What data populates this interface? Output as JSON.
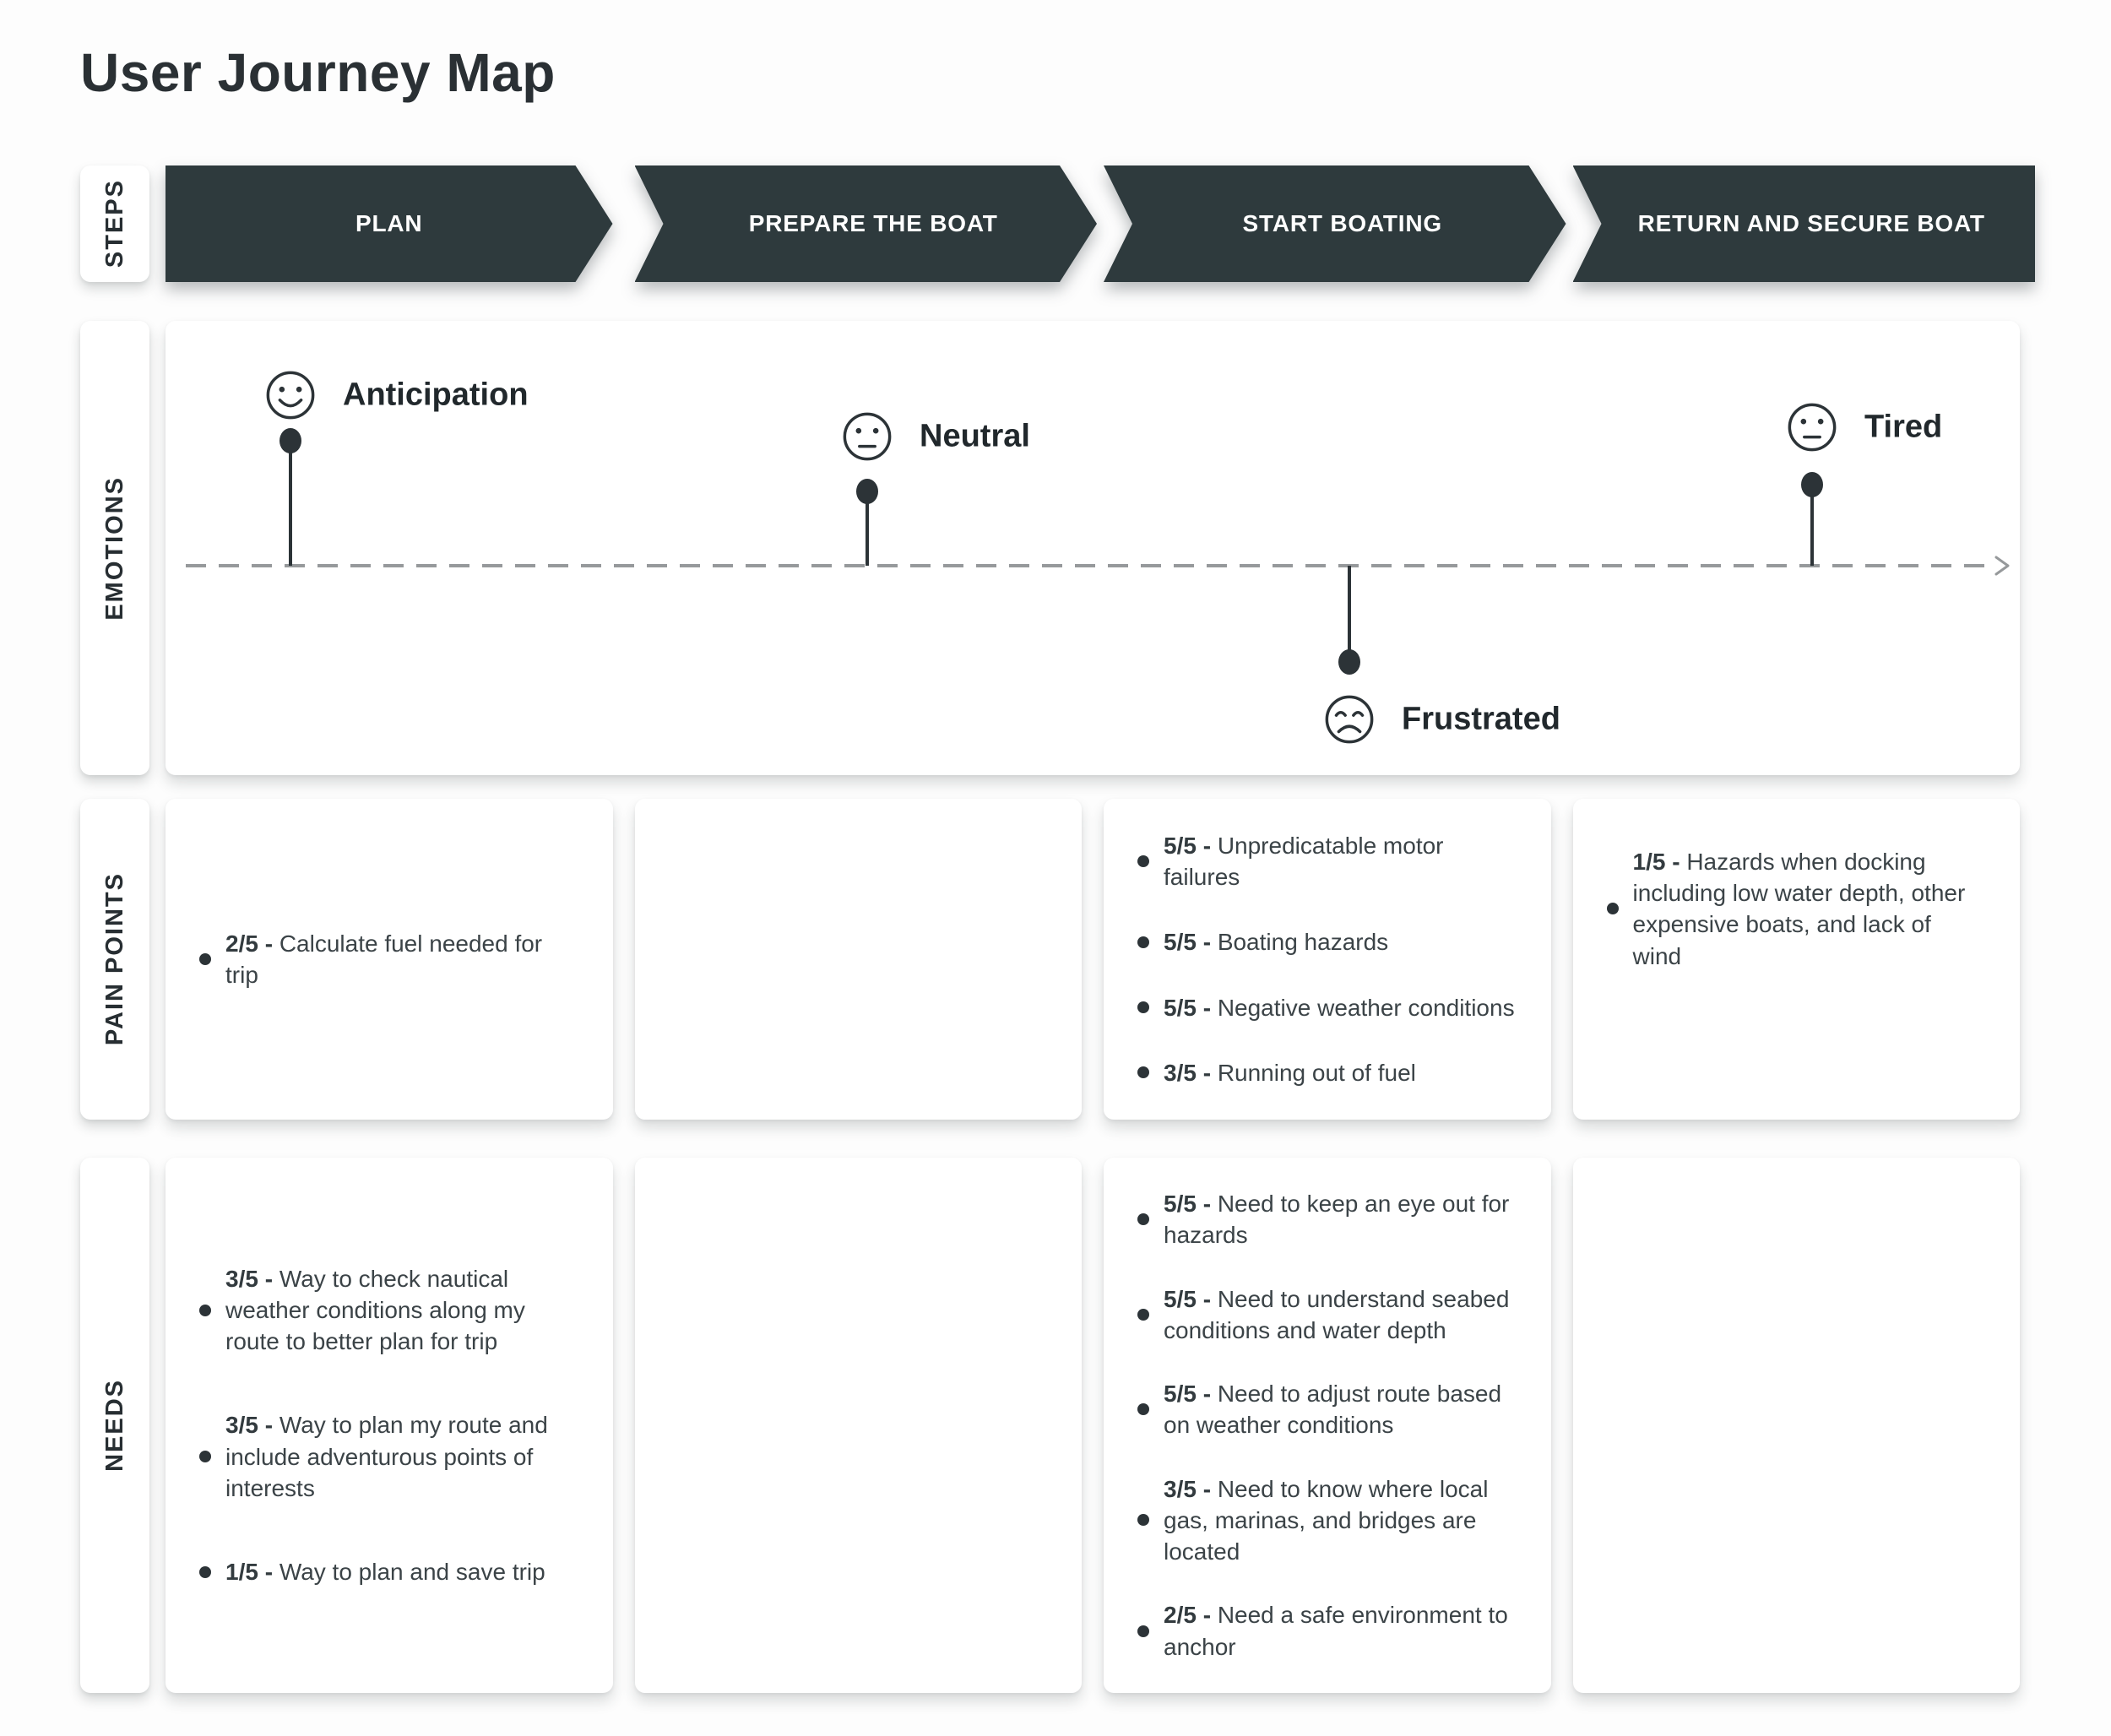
{
  "title": "User Journey Map",
  "row_labels": {
    "steps": "STEPS",
    "emotions": "EMOTIONS",
    "pain_points": "PAIN POINTS",
    "needs": "NEEDS"
  },
  "steps": [
    "PLAN",
    "PREPARE THE BOAT",
    "START BOATING",
    "RETURN AND SECURE BOAT"
  ],
  "emotions": [
    {
      "label": "Anticipation",
      "face": "happy-face-icon",
      "position": "above-line"
    },
    {
      "label": "Neutral",
      "face": "neutral-face-icon",
      "position": "above-line"
    },
    {
      "label": "Frustrated",
      "face": "sad-face-icon",
      "position": "below-line"
    },
    {
      "label": "Tired",
      "face": "neutral-face-icon",
      "position": "above-line"
    }
  ],
  "pain_points": {
    "plan": [
      {
        "score": "2/5 -",
        "text": "Calculate fuel needed for trip"
      }
    ],
    "prepare_the_boat": [],
    "start_boating": [
      {
        "score": "5/5 -",
        "text": "Unpredicatable motor failures"
      },
      {
        "score": "5/5 -",
        "text": "Boating hazards"
      },
      {
        "score": "5/5 -",
        "text": "Negative weather conditions"
      },
      {
        "score": "3/5 -",
        "text": "Running out of fuel"
      }
    ],
    "return_and_secure_boat": [
      {
        "score": "1/5 -",
        "text": "Hazards when docking including low water depth, other expensive boats, and lack of wind"
      }
    ]
  },
  "needs": {
    "plan": [
      {
        "score": "3/5 -",
        "text": "Way to check nautical weather conditions along my route to better plan for trip"
      },
      {
        "score": "3/5 -",
        "text": "Way to plan my route and include adventurous points of interests"
      },
      {
        "score": "1/5 -",
        "text": "Way to plan and save trip"
      }
    ],
    "prepare_the_boat": [],
    "start_boating": [
      {
        "score": "5/5 -",
        "text": "Need to keep an eye out for hazards"
      },
      {
        "score": "5/5 -",
        "text": "Need to understand seabed conditions and water depth"
      },
      {
        "score": "5/5 -",
        "text": "Need to adjust route based on weather conditions"
      },
      {
        "score": "3/5 -",
        "text": "Need to know where local gas, marinas, and bridges are located"
      },
      {
        "score": "2/5 -",
        "text": "Need a safe environment to anchor"
      }
    ],
    "return_and_secure_boat": []
  },
  "colors": {
    "arrow_fill": "#2e3a3d",
    "ink": "#2c3337",
    "body_text": "#3b4347",
    "dashed_line": "#96999b",
    "card": "#ffffff",
    "background": "#fdfdfd"
  }
}
